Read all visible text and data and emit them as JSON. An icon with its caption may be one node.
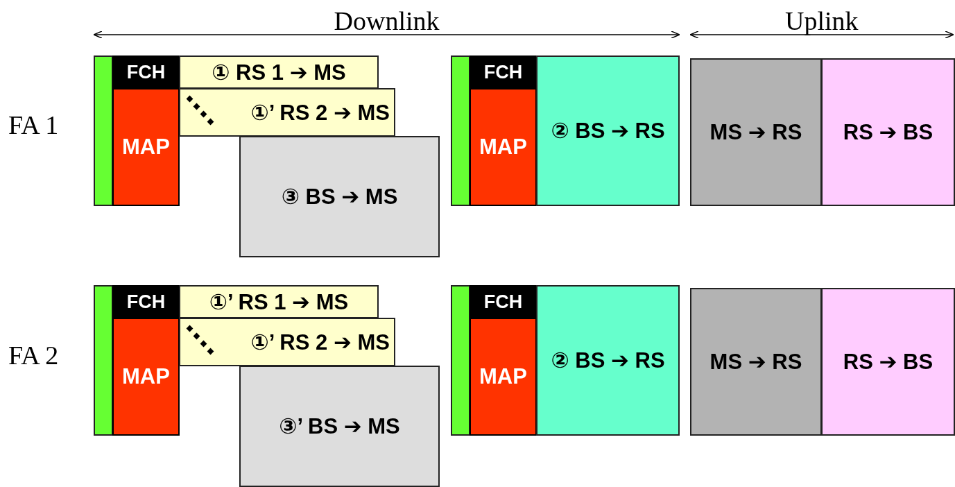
{
  "diagram": {
    "nodes": [
      {
        "text": [],
        "shape": "bar"
      },
      {
        "text": [
          "FCH"
        ]
      },
      {
        "text": [
          "MAP"
        ]
      },
      {
        "text": [
          "① RS 1 ➔ MS"
        ]
      },
      {
        "text": [
          "①’ RS 2 ➔ MS"
        ]
      },
      {
        "text": [
          "③ BS ➔ MS"
        ]
      },
      {
        "text": [],
        "shape": "bar"
      },
      {
        "text": [
          "FCH"
        ]
      },
      {
        "text": [
          "MAP"
        ]
      },
      {
        "text": [
          "② BS ➔ RS"
        ]
      },
      {
        "text": [
          "MS ➔ RS"
        ]
      },
      {
        "text": [
          "RS ➔ BS"
        ]
      },
      {
        "text": [],
        "shape": "bar"
      },
      {
        "text": [
          "FCH"
        ]
      },
      {
        "text": [
          "MAP"
        ]
      },
      {
        "text": [
          "①’ RS 1 ➔ MS"
        ]
      },
      {
        "text": [
          "①’ RS 2 ➔ MS"
        ]
      },
      {
        "text": [
          "③’ BS ➔ MS"
        ]
      },
      {
        "text": [],
        "shape": "bar"
      },
      {
        "text": [
          "FCH"
        ]
      },
      {
        "text": [
          "MAP"
        ]
      },
      {
        "text": [
          "② BS ➔ RS"
        ]
      },
      {
        "text": [
          "MS ➔ RS"
        ]
      },
      {
        "text": [
          "RS ➔ BS"
        ]
      }
    ],
    "labels": [
      "Downlink",
      "Uplink",
      "FA 1",
      "FA 2"
    ]
  }
}
